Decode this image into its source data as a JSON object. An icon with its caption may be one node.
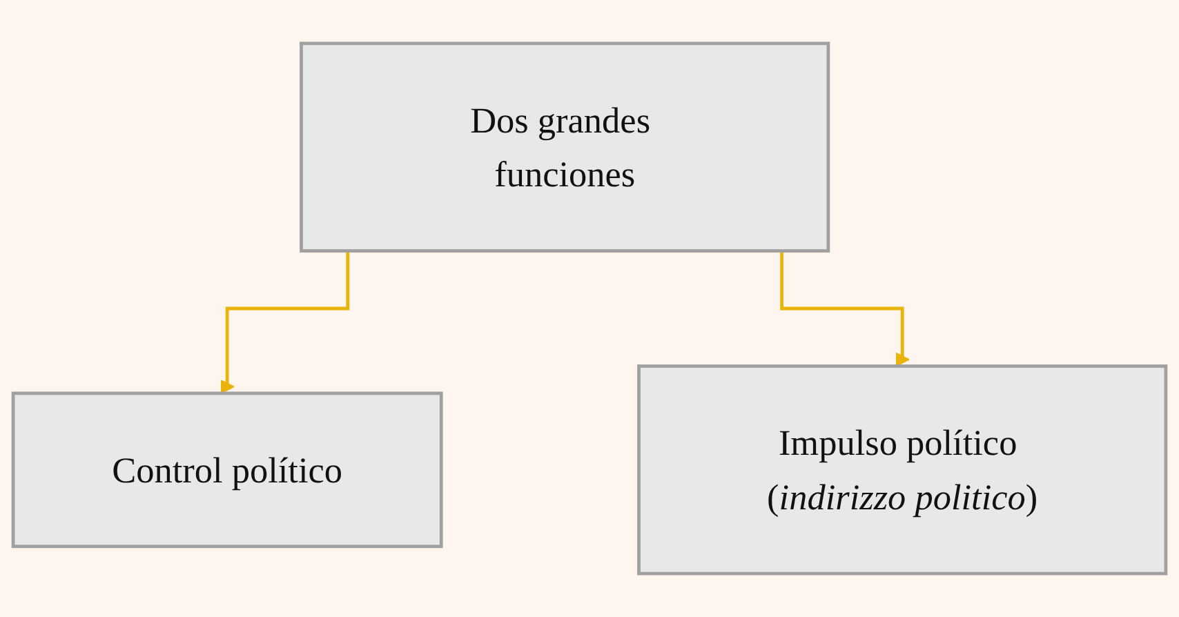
{
  "diagram": {
    "nodes": [
      {
        "text": [
          "Dos grandes funciones"
        ]
      },
      {
        "text": [
          "Control político"
        ]
      },
      {
        "text": [
          "Impulso político (*indirizzo politico*)"
        ]
      }
    ],
    "edges": [
      {
        "from": 0,
        "to": 1,
        "arrow": "to"
      },
      {
        "from": 0,
        "to": 2,
        "arrow": "to"
      }
    ]
  }
}
